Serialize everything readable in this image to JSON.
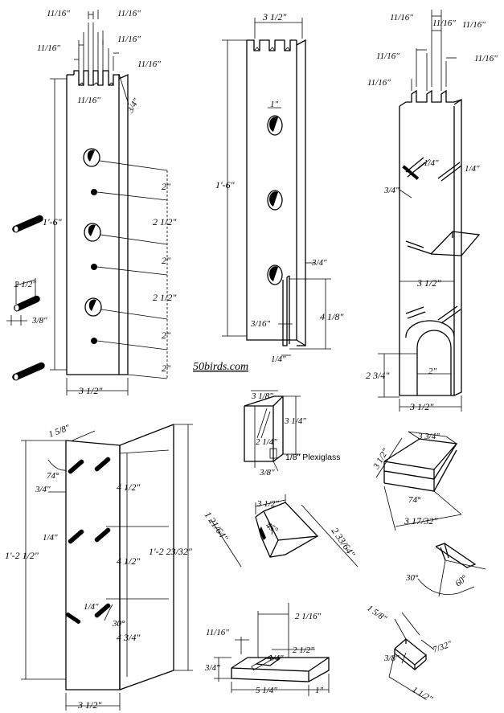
{
  "site": "50birds.com",
  "post_a": {
    "notch_dims": [
      "11/16\"",
      "11/16\"",
      "11/16\"",
      "11/16\"",
      "11/16\"",
      "11/16\""
    ],
    "edge": "3/4\"",
    "height": "1'-6\"",
    "spacings": [
      "2\"",
      "2 1/2\"",
      "2\"",
      "2 1/2\"",
      "2\"",
      "2\""
    ],
    "width": "3 1/2\""
  },
  "dowels": {
    "length": "2 1/2\"",
    "dia": "3/8\""
  },
  "post_b": {
    "width": "3 1/2\"",
    "hole": "1\"",
    "height": "1'-6\"",
    "groove_depth": "3/4\"",
    "groove": "3/16\"",
    "groove_len": "4 1/8\"",
    "bottom": "1/4\""
  },
  "post_c": {
    "notch_dims": [
      "11/16\"",
      "11/16\"",
      "11/16\"",
      "11/16\"",
      "11/16\"",
      "11/16\""
    ],
    "slot1": "1/4\"",
    "slot2": "1/4\"",
    "edge": "3/4\"",
    "mid": "3 1/2\"",
    "arch_h": "2 3/4\"",
    "arch_w": "2\"",
    "width": "3 1/2\""
  },
  "plexi": {
    "w": "3 1/8\"",
    "h": "3 1/4\"",
    "inner": "2 1/4\"",
    "bottom": "3/8\"",
    "label": "1/8\" Plexiglass"
  },
  "post_d": {
    "top": "1 5/8\"",
    "angle": "74°",
    "edge": "3/4\"",
    "slot": "1/4\"",
    "height": "1'-2 1/2\"",
    "seg1": "4 1/2\"",
    "seg2": "4 1/2\"",
    "seg3": "4 3/4\"",
    "total": "1'-2 23/32\"",
    "slot2": "1/4\"",
    "angle2": "30°",
    "width": "3 1/2\""
  },
  "perch_block": {
    "side": "3 1/2\"",
    "top": "3 3/4\"",
    "angle": "74°",
    "length": "3 17/32\""
  },
  "wedge": {
    "top": "3 1/2\"",
    "angle": "45°",
    "left": "1 21/64\"",
    "right": "2 33/64\""
  },
  "small_perch": {
    "a1": "30°",
    "a2": "60°"
  },
  "base": {
    "a": "2 1/16\"",
    "b": "11/16\"",
    "c": "2 1/2\"",
    "d": "1/4\"",
    "e": "3/4\"",
    "f": "5 1/4\"",
    "g": "1\""
  },
  "angled": {
    "a": "1 5/8\"",
    "b": "7/32\"",
    "c": "3/8\"",
    "d": "1 1/2\""
  }
}
